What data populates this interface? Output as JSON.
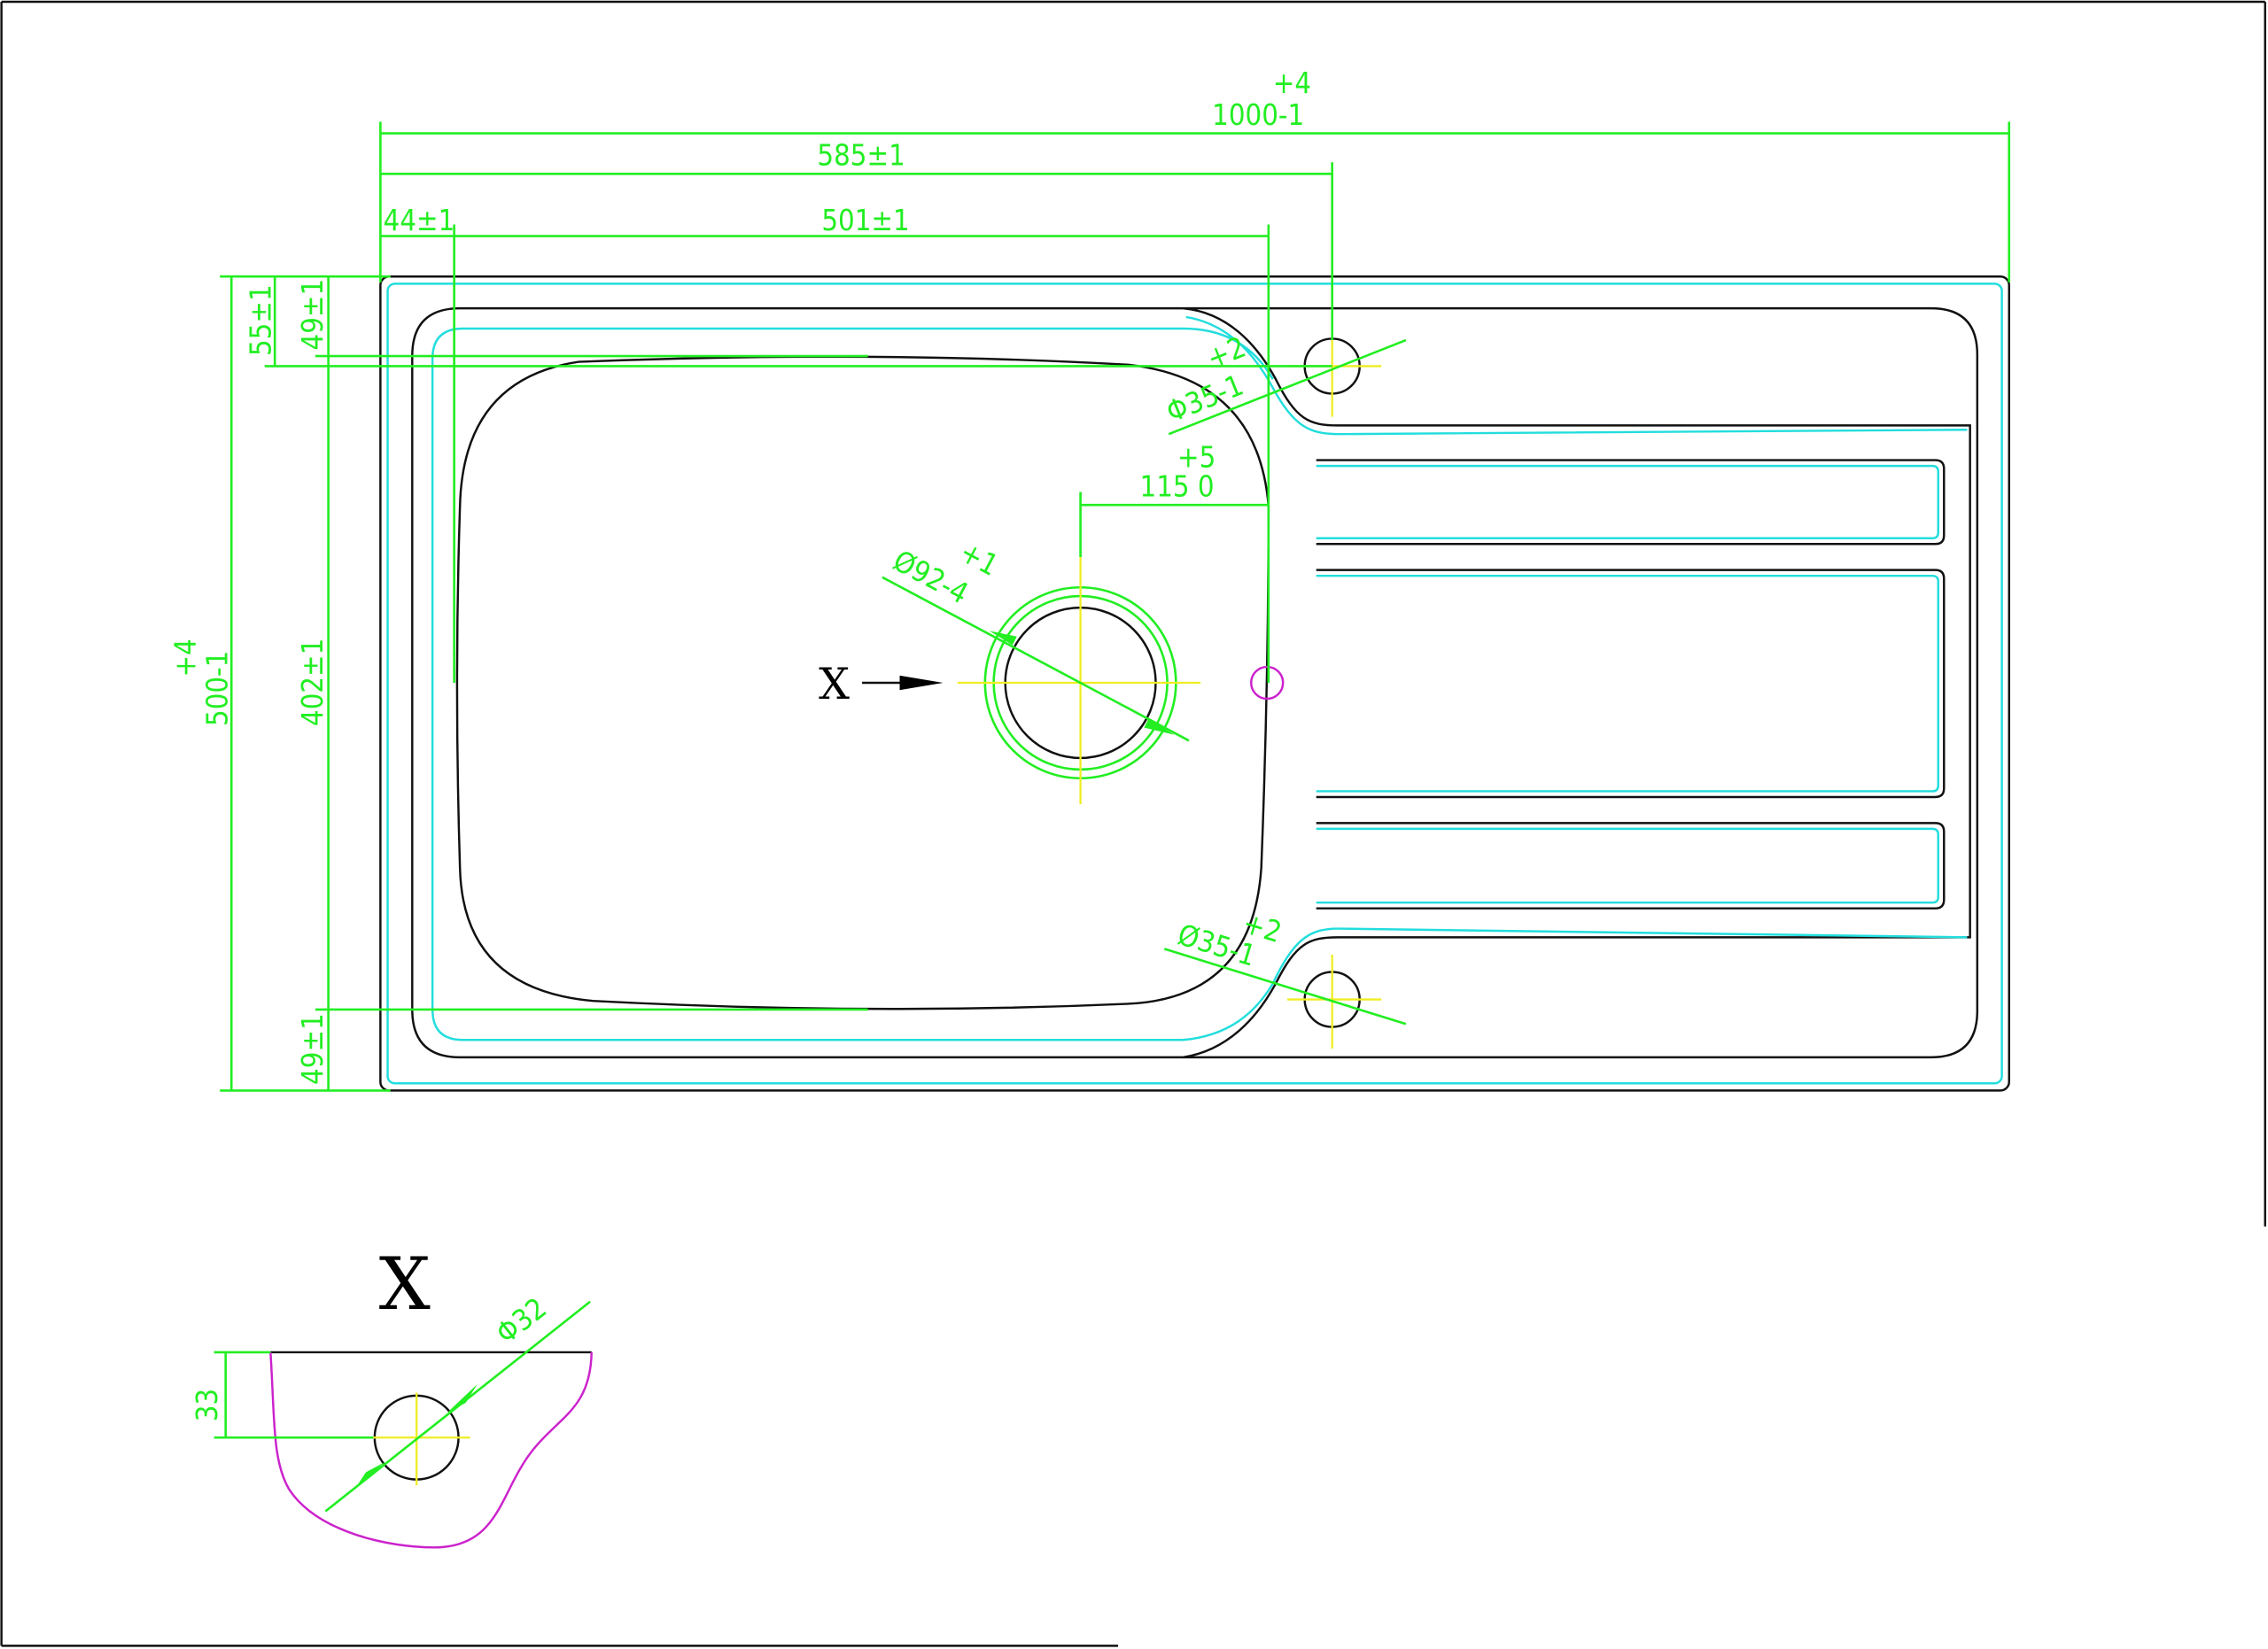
{
  "drawing": {
    "overall_width": {
      "value": "1000-1",
      "upper_tol": "+4"
    },
    "tap_hole_offset": "585±1",
    "left_margin": "44±1",
    "bowl_width": "501±1",
    "waste_offset": {
      "value": "115 0",
      "upper_tol": "+5"
    },
    "waste_diameter": {
      "value": "Ø92-4",
      "upper_tol": "+1"
    },
    "tap_hole_top": {
      "value": "Φ35-1",
      "upper_tol": "+2"
    },
    "tap_hole_bottom": {
      "value": "Ø35-1",
      "upper_tol": "+2"
    },
    "overall_depth": {
      "value": "500-1",
      "upper_tol": "+4"
    },
    "top_margin_outer": "55±1",
    "top_margin_inner": "49±1",
    "bowl_depth": "402±1",
    "bottom_margin": "49±1",
    "view_marker": "X",
    "detail": {
      "title": "X",
      "hole_diameter": "Φ32",
      "hole_offset": "33"
    }
  }
}
